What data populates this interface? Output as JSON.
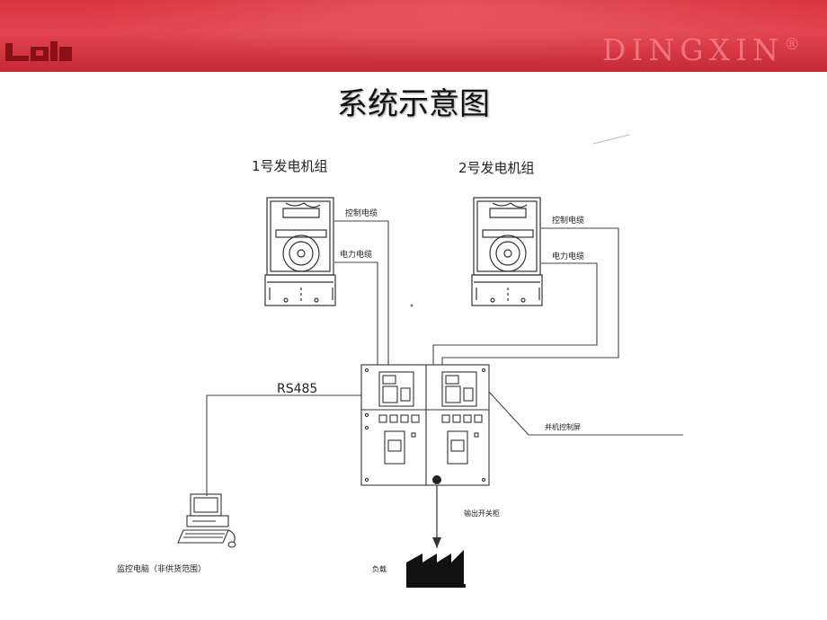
{
  "header": {
    "brand": "DINGXIN",
    "brand_mark": "®",
    "colors": {
      "banner": "#d8333e",
      "brand_text": "#ef7480",
      "logo": "#8b0f18"
    }
  },
  "title": "系统示意图",
  "diagram": {
    "generator1_label": "1号发电机组",
    "generator2_label": "2号发电机组",
    "control_cable": "控制电缆",
    "power_cable": "电力电缆",
    "rs485": "RS485",
    "parallel_control": "并机控制屏",
    "output_switch": "输出开关柜",
    "load": "负载",
    "monitor_pc": "监控电脑（非供货范围）"
  }
}
